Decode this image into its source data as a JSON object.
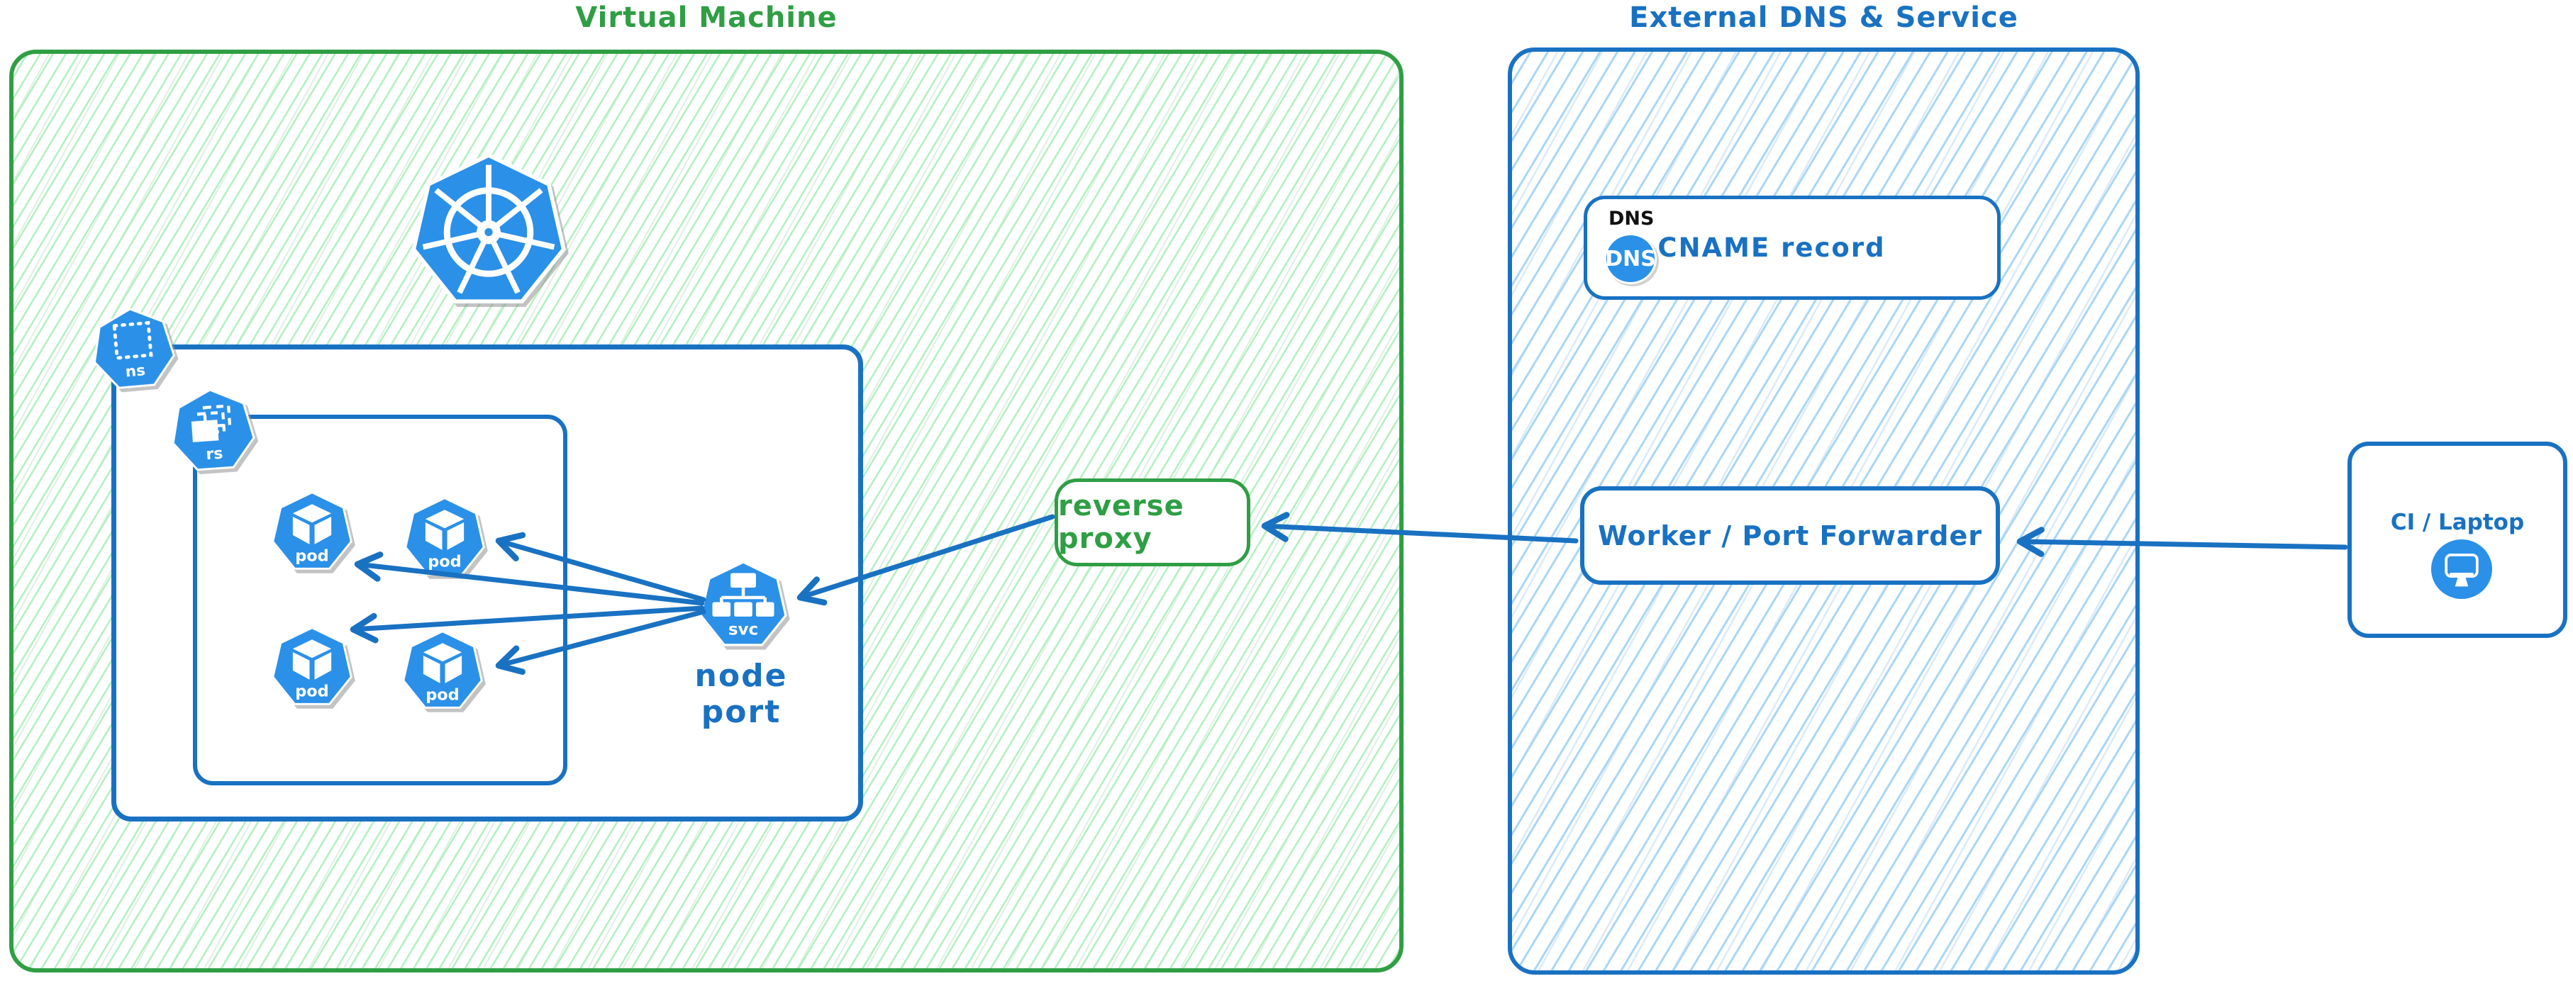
{
  "vm_group": {
    "title": "Virtual Machine"
  },
  "external_group": {
    "title": "External DNS & Service"
  },
  "reverse_proxy": {
    "label": "reverse proxy"
  },
  "node_port": {
    "label": "node port"
  },
  "dns_card": {
    "tag": "DNS",
    "badge": "DNS",
    "label": "CNAME record"
  },
  "worker": {
    "label": "Worker / Port Forwarder"
  },
  "ci": {
    "label": "CI / Laptop"
  },
  "icons": {
    "ns_label": "ns",
    "rs_label": "rs",
    "pod_label": "pod",
    "svc_label": "svc"
  },
  "colors": {
    "green": "#2f9e44",
    "green_hatch": "#b2f0c0",
    "blue": "#1971c2",
    "blue_hatch": "#a9d7f6",
    "icon_blue": "#2b90e8",
    "dns_tag_black": "#111111"
  }
}
